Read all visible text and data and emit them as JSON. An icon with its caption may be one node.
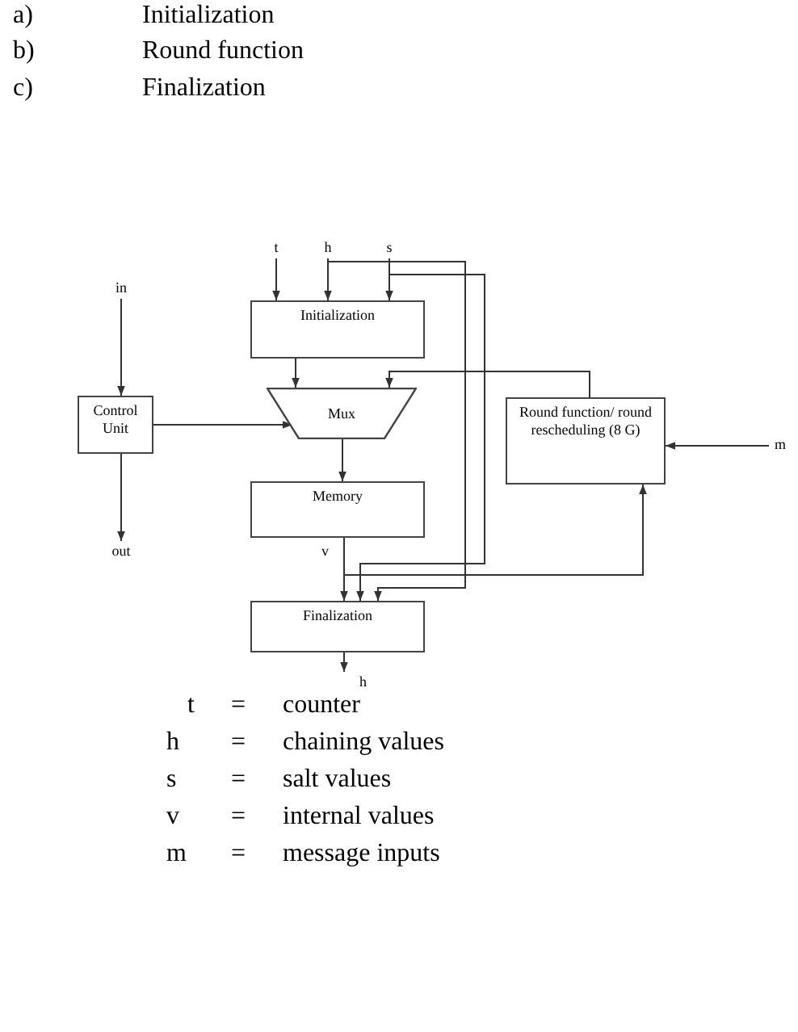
{
  "diagram": {
    "nodes": [
      {
        "text": [
          "t"
        ]
      },
      {
        "text": [
          "h"
        ]
      },
      {
        "text": [
          "s"
        ]
      },
      {
        "text": [
          "in"
        ]
      },
      {
        "text": [
          "Initialization"
        ]
      },
      {
        "text": [
          "Control Unit"
        ]
      },
      {
        "text": [
          "Mux"
        ]
      },
      {
        "text": [
          "Round function/ round rescheduling (8 G)"
        ]
      },
      {
        "text": [
          "m"
        ]
      },
      {
        "text": [
          "Memory"
        ]
      },
      {
        "text": [
          "out"
        ]
      },
      {
        "text": [
          "Finalization"
        ]
      },
      {
        "text": [
          "h"
        ]
      }
    ],
    "edges": [
      {
        "from": 0,
        "to": 4,
        "arrow": "to"
      },
      {
        "from": 1,
        "to": 4,
        "arrow": "to"
      },
      {
        "from": 2,
        "to": 4,
        "arrow": "to"
      },
      {
        "from": 1,
        "to": 11,
        "arrow": "to"
      },
      {
        "from": 2,
        "to": 11,
        "arrow": "to"
      },
      {
        "from": 3,
        "to": 5,
        "arrow": "to"
      },
      {
        "from": 5,
        "to": 10,
        "arrow": "to"
      },
      {
        "from": 5,
        "to": 6,
        "arrow": "to"
      },
      {
        "from": 4,
        "to": 6,
        "arrow": "to"
      },
      {
        "from": 7,
        "to": 6,
        "arrow": "to"
      },
      {
        "from": 8,
        "to": 7,
        "arrow": "to"
      },
      {
        "from": 9,
        "to": 7,
        "arrow": "to"
      },
      {
        "from": 6,
        "to": 9,
        "arrow": "to"
      },
      {
        "from": 9,
        "to": 11,
        "arrow": "to",
        "label": "v"
      },
      {
        "from": 11,
        "to": 12,
        "arrow": "to"
      }
    ],
    "labels": [
      "a)",
      "Initialization",
      "b)",
      "Round function",
      "c)",
      "Finalization",
      "t",
      "=",
      "counter",
      "h",
      "=",
      "chaining values",
      "s",
      "=",
      "salt values",
      "v",
      "=",
      "internal values",
      "m",
      "=",
      "message inputs"
    ]
  }
}
